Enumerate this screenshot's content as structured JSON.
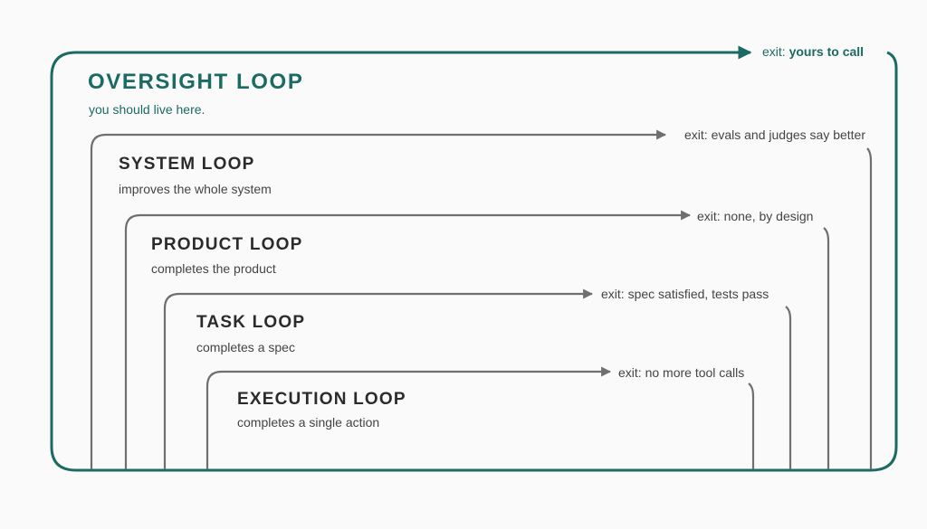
{
  "colors": {
    "accent": "#1b6a63",
    "line": "#777777",
    "text": "#2b2b2b",
    "background": "#fafafa"
  },
  "oversight": {
    "title": "OVERSIGHT LOOP",
    "subtitle": "you should live here.",
    "exit_prefix": "exit:",
    "exit_value": "yours to call"
  },
  "loops": [
    {
      "title": "SYSTEM LOOP",
      "subtitle": "improves the whole system",
      "exit": "exit: evals and judges say better"
    },
    {
      "title": "PRODUCT LOOP",
      "subtitle": "completes the product",
      "exit": "exit: none, by design"
    },
    {
      "title": "TASK LOOP",
      "subtitle": "completes a spec",
      "exit": "exit: spec satisfied, tests pass"
    },
    {
      "title": "EXECUTION LOOP",
      "subtitle": "completes a single action",
      "exit": "exit: no more tool calls"
    }
  ]
}
